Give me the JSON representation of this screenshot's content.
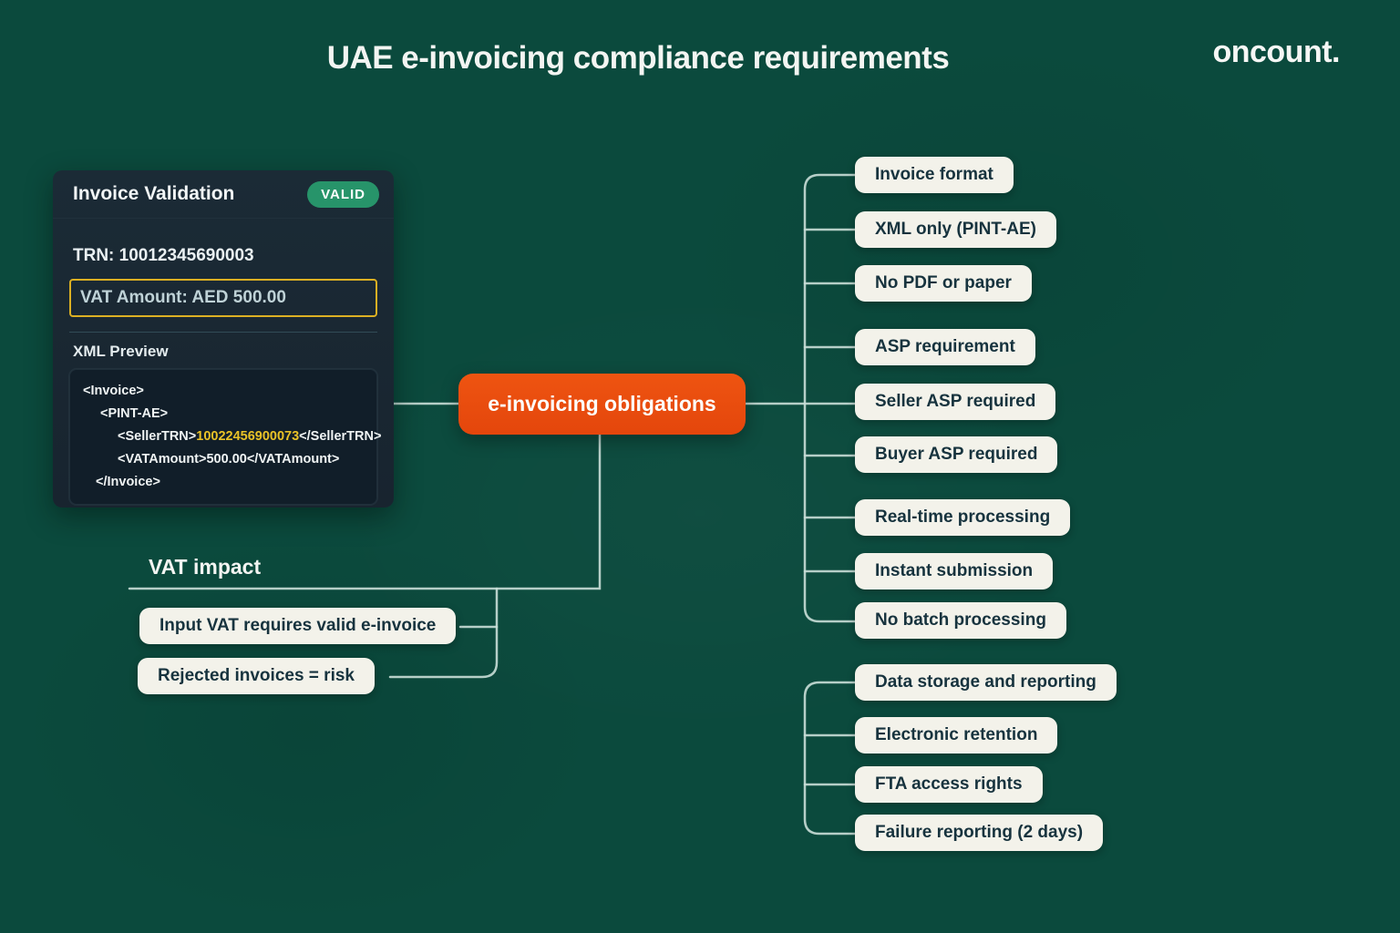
{
  "page": {
    "title": "UAE e-invoicing compliance requirements",
    "brand": "oncount."
  },
  "validation_card": {
    "title": "Invoice Validation",
    "badge": "VALID",
    "trn": "TRN: 10012345690003",
    "vat_amount": "VAT Amount: AED 500.00",
    "xml_preview_label": "XML Preview",
    "xml": {
      "line1": "<Invoice>",
      "line2": "<PINT-AE>",
      "line3_open": "<SellerTRN>",
      "line3_value": "10022456900073",
      "line3_close": "</SellerTRN>",
      "line4_open": "<VATAmount>",
      "line4_value": "500.00",
      "line4_close": "</VATAmount>",
      "line5": "</Invoice>"
    }
  },
  "center_node": {
    "label": "e-invoicing obligations"
  },
  "vat_impact": {
    "heading": "VAT impact",
    "items": [
      "Input VAT requires valid e-invoice",
      "Rejected invoices = risk"
    ]
  },
  "obligations": {
    "groups": [
      {
        "header": "Invoice format",
        "items": [
          "XML only (PINT-AE)",
          "No PDF or paper"
        ]
      },
      {
        "header": "ASP requirement",
        "items": [
          "Seller ASP required",
          "Buyer ASP required"
        ]
      },
      {
        "header": "Real-time processing",
        "items": [
          "Instant submission",
          "No batch processing"
        ]
      },
      {
        "header": "Data storage and reporting",
        "items": [
          "Electronic retention",
          "FTA access rights",
          "Failure reporting (2 days)"
        ]
      }
    ]
  },
  "colors": {
    "background": "#0b4a3d",
    "accent_orange": "#e84c0e",
    "valid_badge_green": "#27946a",
    "highlight_yellow": "#dcb023",
    "card_background": "#19252f",
    "node_background": "#f3f2ea",
    "node_text": "#17333e",
    "connector": "#c9ded7"
  }
}
